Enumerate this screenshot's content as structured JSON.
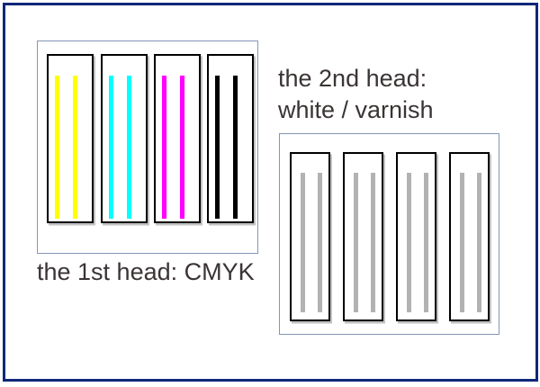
{
  "diagram": {
    "frame_color": "#0e2878",
    "panel_border_color": "#8496b8",
    "text_color": "#3b3434"
  },
  "heads": [
    {
      "label": "the 1st head: CMYK",
      "cartridges": [
        {
          "name": "yellow",
          "color": "#ffff00"
        },
        {
          "name": "cyan",
          "color": "#00ffff"
        },
        {
          "name": "magenta",
          "color": "#ff00ff"
        },
        {
          "name": "black",
          "color": "#000000"
        }
      ]
    },
    {
      "label_line1": "the 2nd head:",
      "label_line2": "white / varnish",
      "cartridges": [
        {
          "name": "white-varnish-1",
          "color": "#b2b2b2"
        },
        {
          "name": "white-varnish-2",
          "color": "#b2b2b2"
        },
        {
          "name": "white-varnish-3",
          "color": "#b2b2b2"
        },
        {
          "name": "white-varnish-4",
          "color": "#b2b2b2"
        }
      ]
    }
  ]
}
